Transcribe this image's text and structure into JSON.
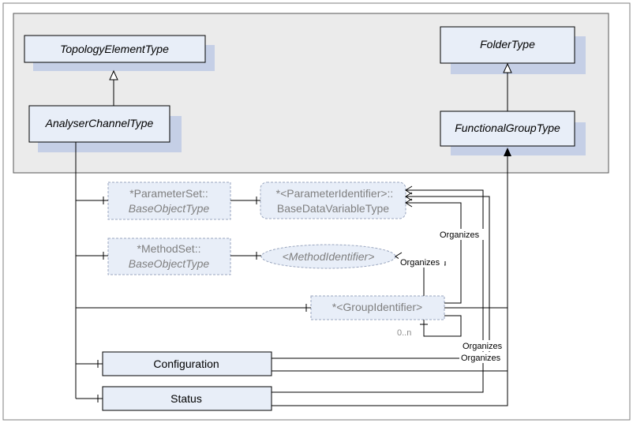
{
  "diagram": {
    "types": {
      "topology_element": "TopologyElementType",
      "analyser_channel": "AnalyserChannelType",
      "folder": "FolderType",
      "functional_group": "FunctionalGroupType"
    },
    "parameter_set": {
      "line1": "*ParameterSet::",
      "line2": "BaseObjectType"
    },
    "parameter_identifier": {
      "line1": "*<ParameterIdentifier>::",
      "line2": "BaseDataVariableType"
    },
    "method_set": {
      "line1": "*MethodSet::",
      "line2": "BaseObjectType"
    },
    "method_identifier": "<MethodIdentifier>",
    "group_identifier": "*<GroupIdentifier>",
    "configuration": "Configuration",
    "status": "Status",
    "labels": {
      "organizes_1": "Organizes",
      "organizes_2": "Organizes",
      "organizes_3": "Organizes",
      "organizes_4": "Organizes",
      "cardinality": "0..n"
    },
    "colors": {
      "box_fill": "#e8eef8",
      "shadow": "#c5cfe6",
      "panel": "#ebebeb",
      "optional_text": "#7f7f7f"
    }
  }
}
